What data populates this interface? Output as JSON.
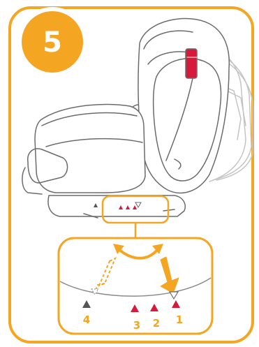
{
  "step": {
    "number": "5"
  },
  "colors": {
    "accent": "#f4a623",
    "marker_red": "#d61a3c",
    "marker_gray": "#555555",
    "line_art": "#6b6b6b",
    "line_art_light": "#bdbdbd"
  },
  "positions": [
    {
      "label": "1",
      "marker": "red",
      "current": true
    },
    {
      "label": "2",
      "marker": "red",
      "current": false
    },
    {
      "label": "3",
      "marker": "red",
      "current": false
    },
    {
      "label": "4",
      "marker": "gray",
      "current": false
    }
  ],
  "icons": [
    "step-badge",
    "car-seat-illustration",
    "recline-handle",
    "magnify-callout",
    "rotate-arrow-icon",
    "push-down-arrow-icon",
    "recline-position-marker"
  ]
}
